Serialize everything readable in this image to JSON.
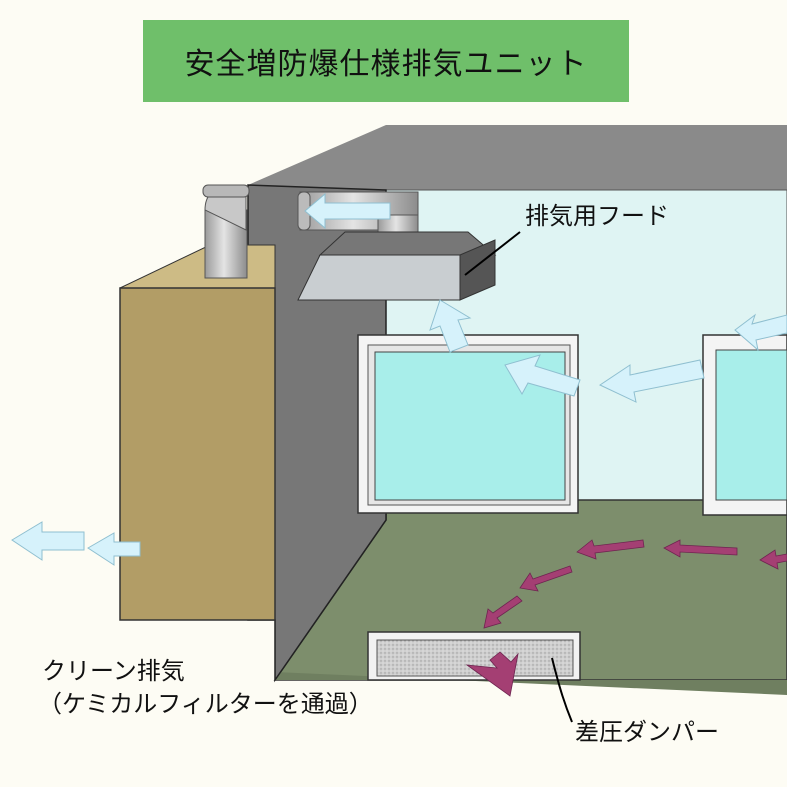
{
  "title": "安全増防爆仕様排気ユニット",
  "labels": {
    "hood": "排気用フード",
    "damper": "差圧ダンパー",
    "clean_exhaust": "クリーン排気",
    "clean_exhaust_note": "（ケミカルフィルターを通過）"
  },
  "colors": {
    "title_bg": "#6fbf6a",
    "unit_box": "#b29d66",
    "wall": "#777777",
    "floor": "#7d8e6c",
    "window_glass": "#a8eeea",
    "air_arrow": "#d6f2fb",
    "pressure_arrow": "#a43f73",
    "damper_filter": "#c8c8c8"
  }
}
